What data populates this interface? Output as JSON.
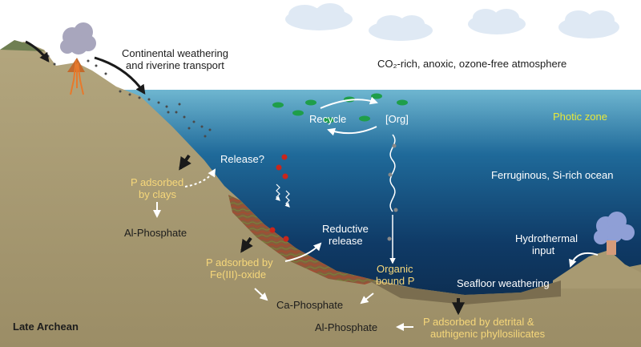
{
  "labels": {
    "continental_1": "Continental weathering",
    "continental_2": "and riverine transport",
    "atmosphere": "CO₂-rich, anoxic, ozone-free atmosphere",
    "recycle": "Recycle",
    "org": "[Org]",
    "photic_zone": "Photic zone",
    "release_q": "Release?",
    "ocean": "Ferruginous, Si-rich ocean",
    "p_clays_1": "P adsorbed",
    "p_clays_2": "by clays",
    "al_phosphate_1": "Al-Phosphate",
    "reductive_1": "Reductive",
    "reductive_2": "release",
    "hydrothermal_1": "Hydrothermal",
    "hydrothermal_2": "input",
    "p_fe_1": "P adsorbed by",
    "p_fe_2": "Fe(III)-oxide",
    "organic_1": "Organic",
    "organic_2": "bound P",
    "seafloor": "Seafloor weathering",
    "ca_phosphate": "Ca-Phosphate",
    "late_archean": "Late Archean",
    "al_phosphate_2": "Al-Phosphate",
    "p_detrital_1": "P adsorbed by detrital &",
    "p_detrital_2": "authigenic phyllosilicates"
  },
  "colors": {
    "sky": "#ffffff",
    "ocean_top": "#5aa9c8",
    "ocean_bottom": "#0d2a4a",
    "land": "#a89a72",
    "sediment": "#8b5a3c",
    "algae": "#1f9e4a",
    "iron_particle": "#c8261c",
    "label_yellow": "#f6d77a",
    "photic_yellow": "#e8e83a"
  }
}
